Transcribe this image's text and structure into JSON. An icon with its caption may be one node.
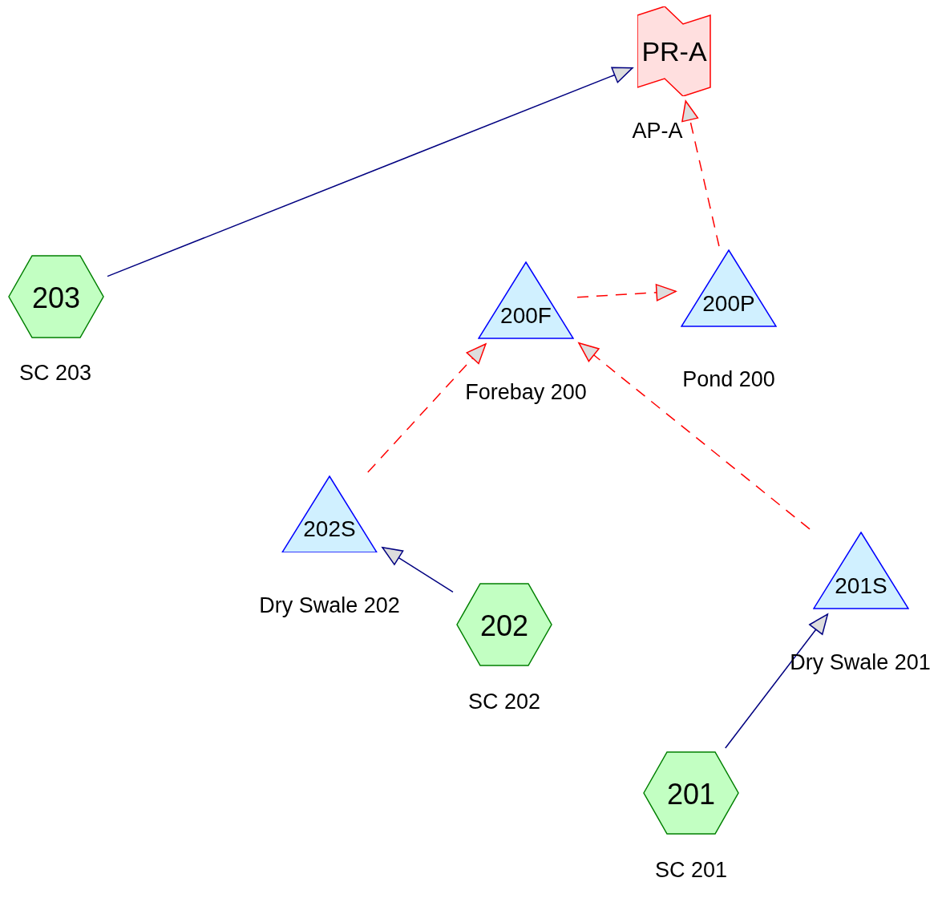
{
  "diagram": {
    "nodes": [
      {
        "text": [
          "PR-A"
        ],
        "beside": [
          "AP-A"
        ]
      },
      {
        "text": [
          "203"
        ],
        "beside": [
          "SC 203"
        ]
      },
      {
        "text": [
          "200F"
        ],
        "beside": [
          "Forebay 200"
        ]
      },
      {
        "text": [
          "200P"
        ],
        "beside": [
          "Pond 200"
        ]
      },
      {
        "text": [
          "202S"
        ],
        "beside": [
          "Dry Swale 202"
        ]
      },
      {
        "text": [
          "202"
        ],
        "beside": [
          "SC 202"
        ]
      },
      {
        "text": [
          "201S"
        ],
        "beside": [
          "Dry Swale 201"
        ]
      },
      {
        "text": [
          "201"
        ],
        "beside": [
          "SC 201"
        ]
      }
    ],
    "edges": [
      {
        "from": 1,
        "to": 0,
        "arrow": "to",
        "color": "#000080"
      },
      {
        "from": 3,
        "to": 0,
        "arrow": "to",
        "style": "dashed",
        "color": "#ff0000"
      },
      {
        "from": 2,
        "to": 3,
        "arrow": "to",
        "style": "dashed",
        "color": "#ff0000"
      },
      {
        "from": 4,
        "to": 2,
        "arrow": "to",
        "style": "dashed",
        "color": "#ff0000"
      },
      {
        "from": 6,
        "to": 2,
        "arrow": "to",
        "style": "dashed",
        "color": "#ff0000"
      },
      {
        "from": 5,
        "to": 4,
        "arrow": "to",
        "color": "#000080"
      },
      {
        "from": 7,
        "to": 6,
        "arrow": "to",
        "color": "#000080"
      }
    ]
  }
}
